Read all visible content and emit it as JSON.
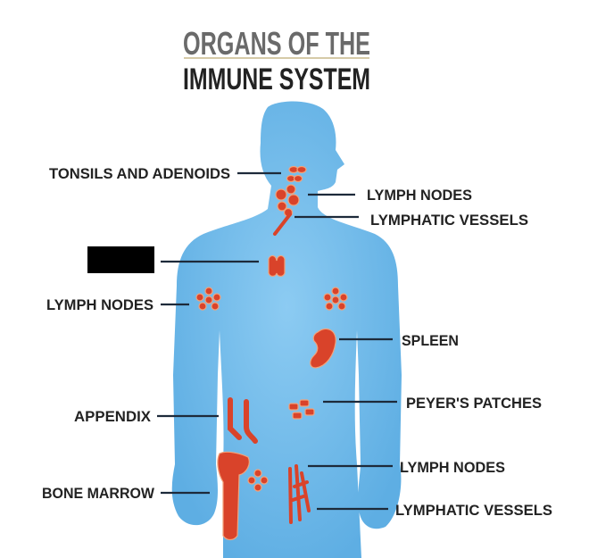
{
  "title": {
    "line1": "ORGANS OF THE",
    "line2": "IMMUNE SYSTEM"
  },
  "colors": {
    "body": "#6fb8e8",
    "organ": "#d9432a",
    "title_grey": "#6a6a6a",
    "text": "#222222",
    "redaction": "#000000"
  },
  "labels": {
    "tonsils": "TONSILS AND ADENOIDS",
    "lymph_nodes_neck": "LYMPH NODES",
    "lymphatic_vessels_neck": "LYMPHATIC VESSELS",
    "lymph_nodes_armpit": "LYMPH NODES",
    "spleen": "SPLEEN",
    "appendix": "APPENDIX",
    "peyers_patches": "PEYER'S PATCHES",
    "lymph_nodes_groin": "LYMPH NODES",
    "bone_marrow": "BONE MARROW",
    "lymphatic_vessels_leg": "LYMPHATIC VESSELS"
  }
}
